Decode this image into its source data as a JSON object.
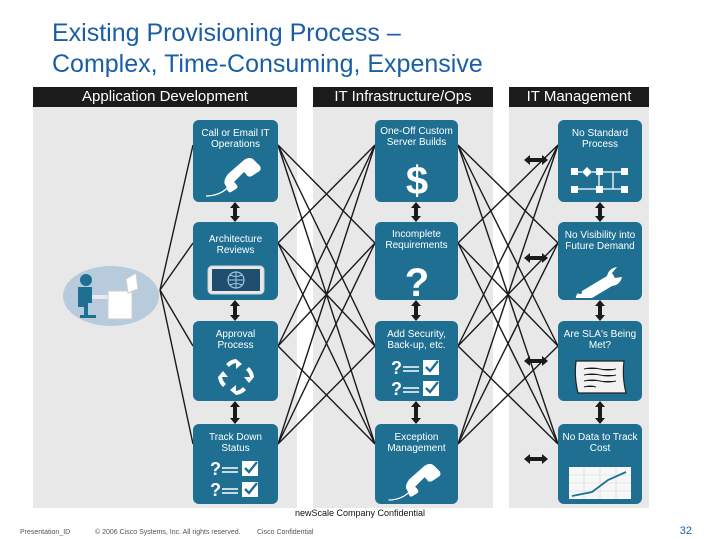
{
  "slide": {
    "title_line1": "Existing Provisioning Process –",
    "title_line2": "Complex, Time-Consuming, Expensive"
  },
  "columns": [
    {
      "header": "Application Development",
      "boxes": [
        {
          "label": "Call or Email IT Operations",
          "icon": "phone-icon"
        },
        {
          "label": "Architecture Reviews",
          "icon": "monitor-globe-icon"
        },
        {
          "label": "Approval Process",
          "icon": "cycle-arrows-icon"
        },
        {
          "label": "Track Down Status",
          "icon": "question-checklist-icon"
        }
      ]
    },
    {
      "header": "IT Infrastructure/Ops",
      "boxes": [
        {
          "label": "One-Off Custom Server Builds",
          "icon": "dollar-icon"
        },
        {
          "label": "Incomplete Requirements",
          "icon": "question-mark-icon"
        },
        {
          "label": "Add Security, Back-up, etc.",
          "icon": "question-checklist-icon"
        },
        {
          "label": "Exception Management",
          "icon": "phone-icon"
        }
      ]
    },
    {
      "header": "IT Management",
      "boxes": [
        {
          "label": "No Standard Process",
          "icon": "flowchart-icon"
        },
        {
          "label": "No Visibility into Future Demand",
          "icon": "wrench-icon"
        },
        {
          "label": "Are SLA's Being Met?",
          "icon": "document-icon"
        },
        {
          "label": "No Data to Track Cost",
          "icon": "line-chart-icon"
        }
      ]
    }
  ],
  "footer": {
    "confidential": "newScale Company Confidential",
    "presentation_id": "Presentation_ID",
    "copyright": "© 2006 Cisco Systems, Inc. All rights reserved.",
    "cisco_confidential": "Cisco Confidential",
    "page_number": "32"
  },
  "colors": {
    "title": "#1a5fa5",
    "box": "#1f6f93",
    "header": "#1b1b1b",
    "lane": "#e8e8e8"
  }
}
